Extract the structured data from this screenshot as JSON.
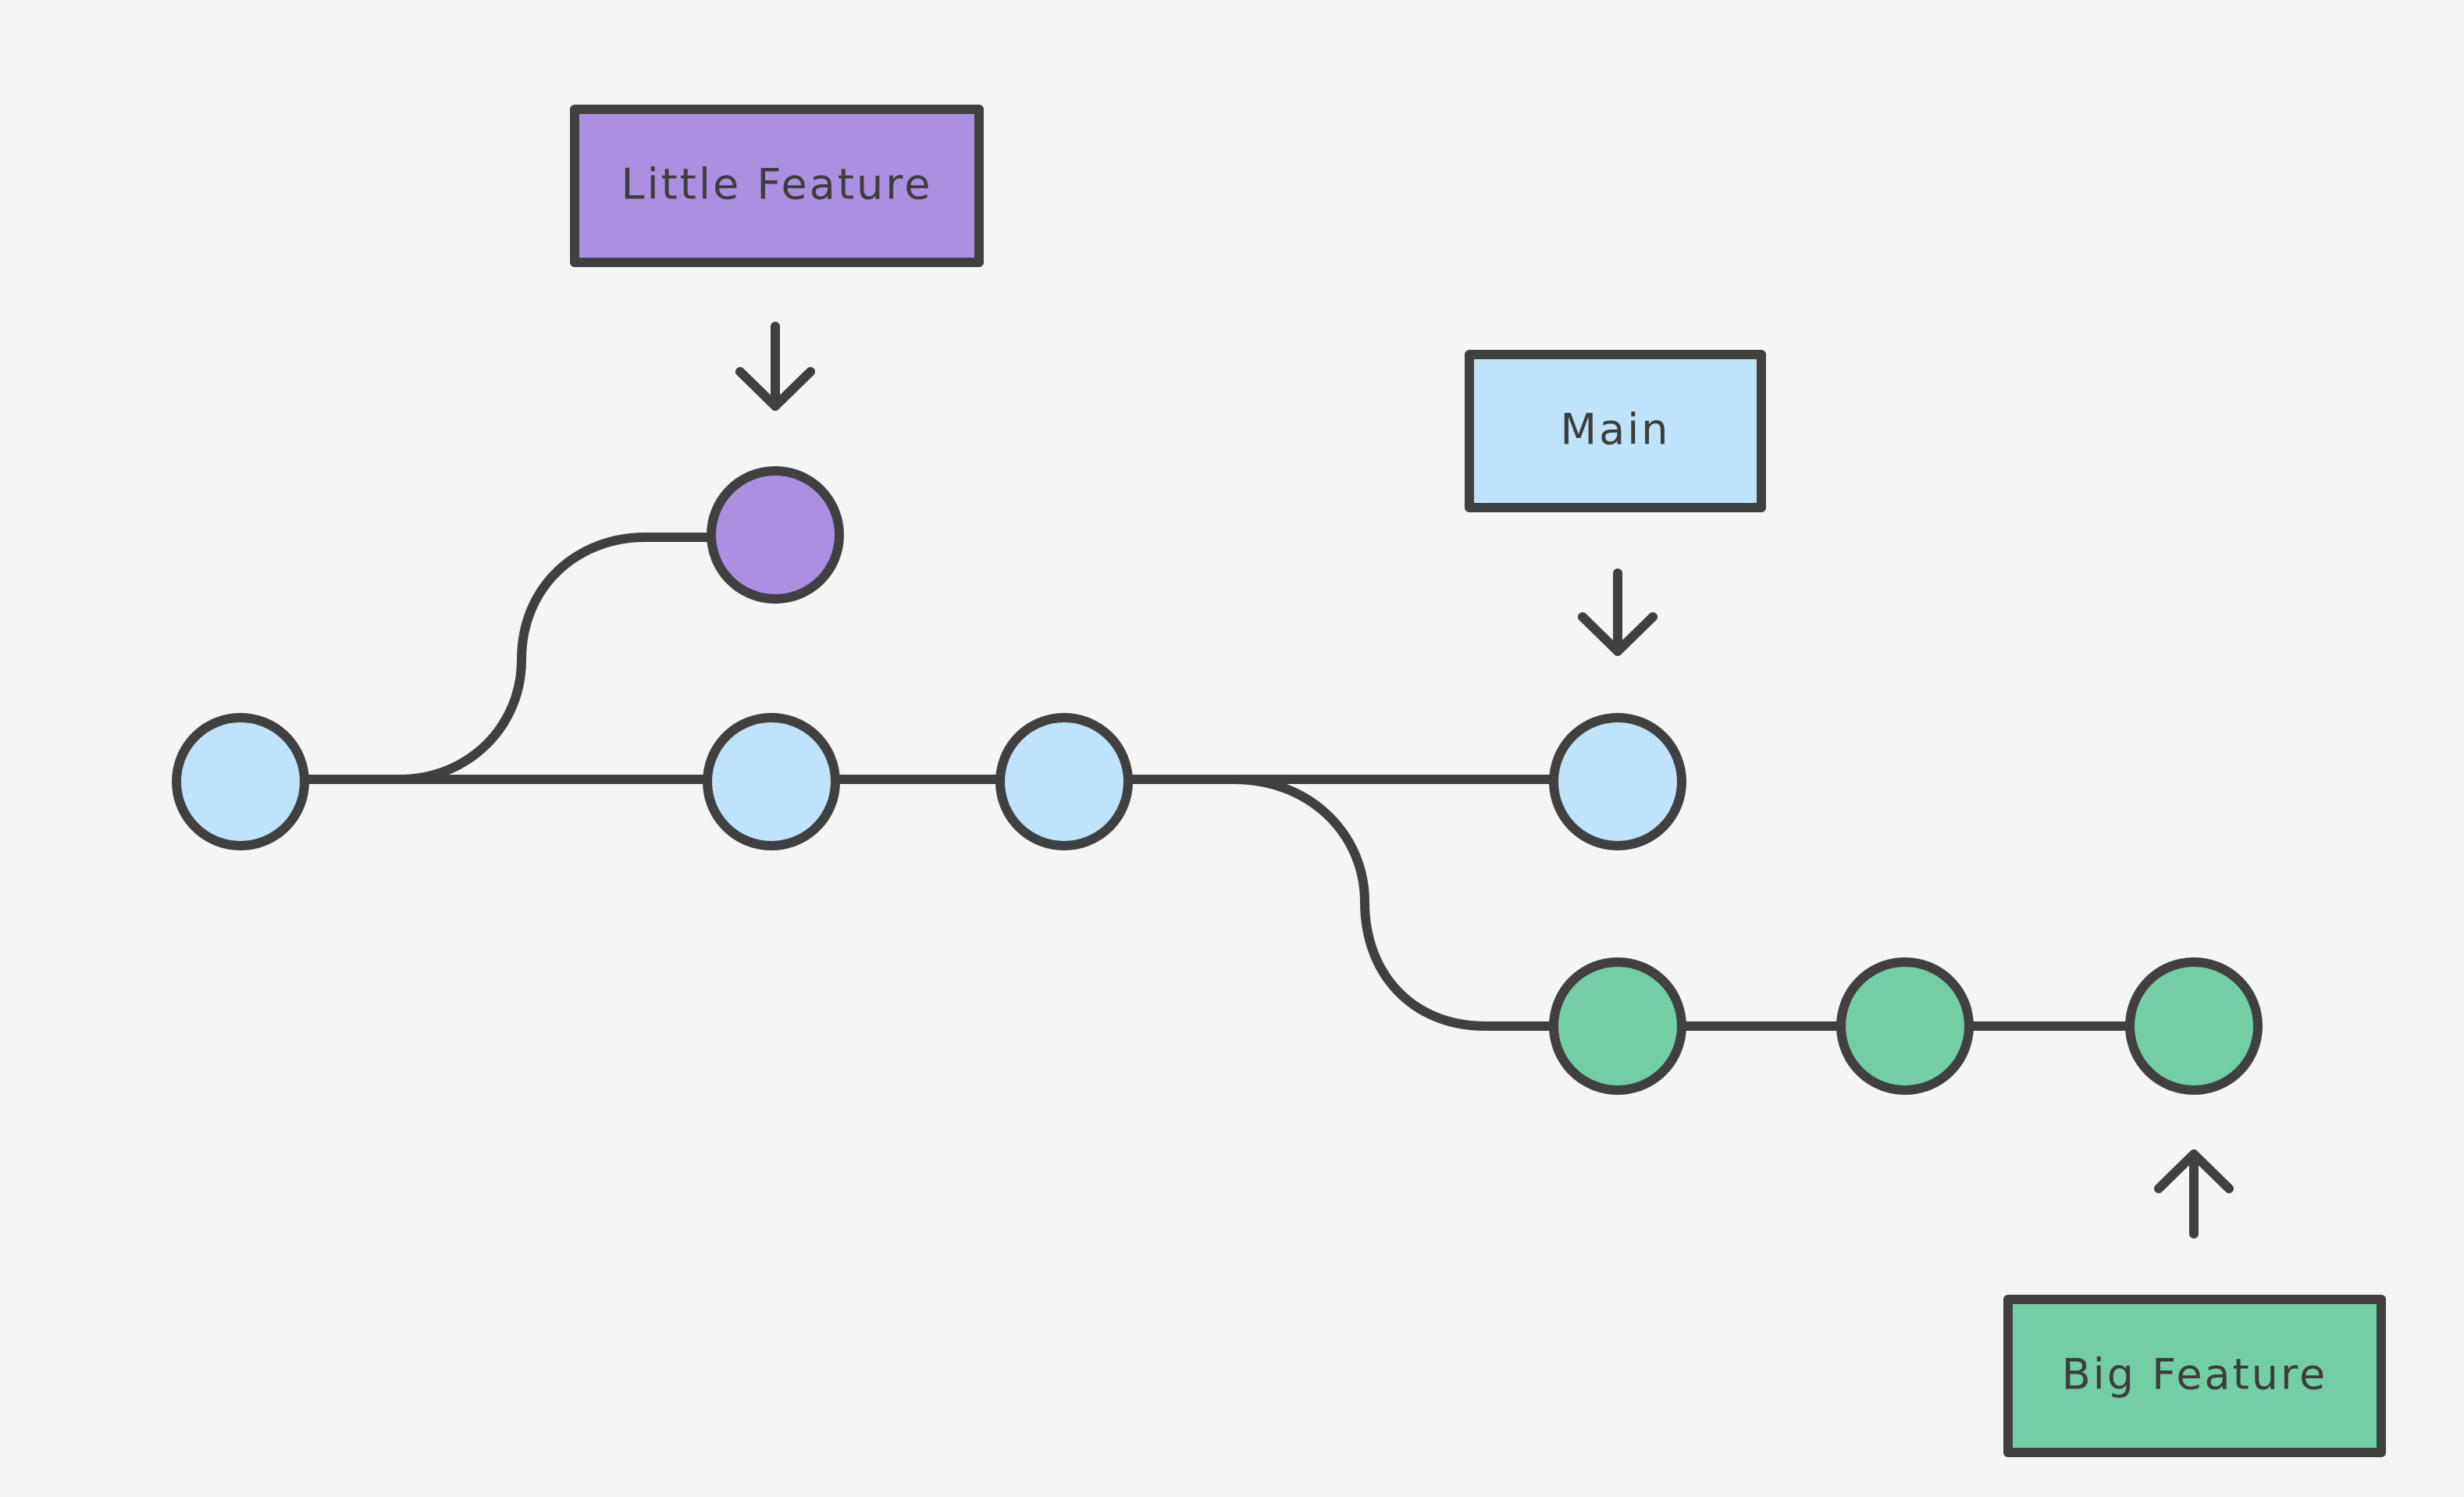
{
  "colors": {
    "background": "#f5f5f5",
    "stroke": "#404040",
    "main_branch": "#bee3fa",
    "little_feature": "#ab90e2",
    "big_feature": "#74cea5"
  },
  "labels": {
    "little_feature": "Little Feature",
    "main": "Main",
    "big_feature": "Big Feature"
  },
  "arrows": {
    "little_feature": "down-arrow-icon",
    "main": "down-arrow-icon",
    "big_feature": "up-arrow-icon"
  }
}
